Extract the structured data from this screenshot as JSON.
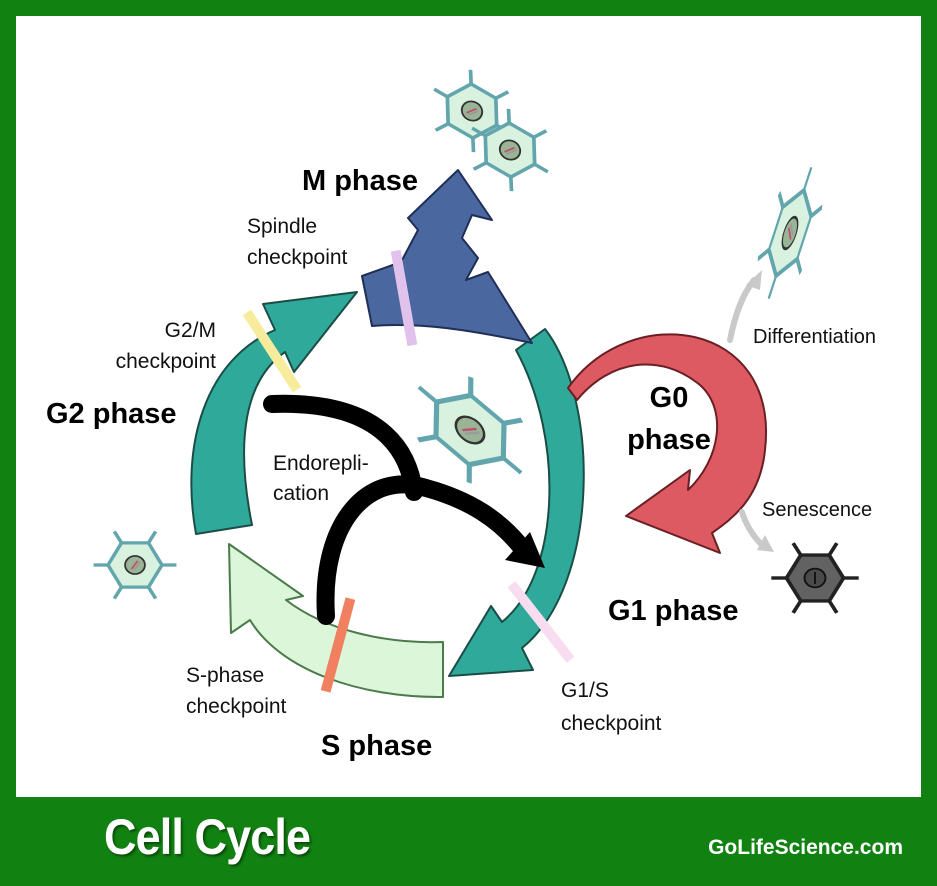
{
  "title": "Cell Cycle",
  "site": "GoLifeScience.com",
  "phases": {
    "m": "M phase",
    "g2": "G2 phase",
    "s": "S phase",
    "g1": "G1 phase",
    "g0_line1": "G0",
    "g0_line2": "phase"
  },
  "checkpoints": {
    "spindle_line1": "Spindle",
    "spindle_line2": "checkpoint",
    "g2m_line1": "G2/M",
    "g2m_line2": "checkpoint",
    "sphase_line1": "S-phase",
    "sphase_line2": "checkpoint",
    "g1s_line1": "G1/S",
    "g1s_line2": "checkpoint"
  },
  "endoreplication_line1": "Endorepli-",
  "endoreplication_line2": "cation",
  "fates": {
    "differentiation": "Differentiation",
    "senescence": "Senescence"
  },
  "colors": {
    "frame": "#118211",
    "m_phase": "#4a67a0",
    "g2_phase": "#2fa99a",
    "g1_phase": "#2fa99a",
    "s_phase": "#dbf6d8",
    "g0_phase": "#dd5a62",
    "spindle_checkpoint": "#e1c2ec",
    "g2m_checkpoint": "#f7eb9c",
    "sphase_checkpoint": "#f08060",
    "g1s_checkpoint": "#f8dcef",
    "cell_fill": "#d9f2df",
    "cell_outline": "#62a5ad",
    "senescent_cell": "#626262"
  }
}
